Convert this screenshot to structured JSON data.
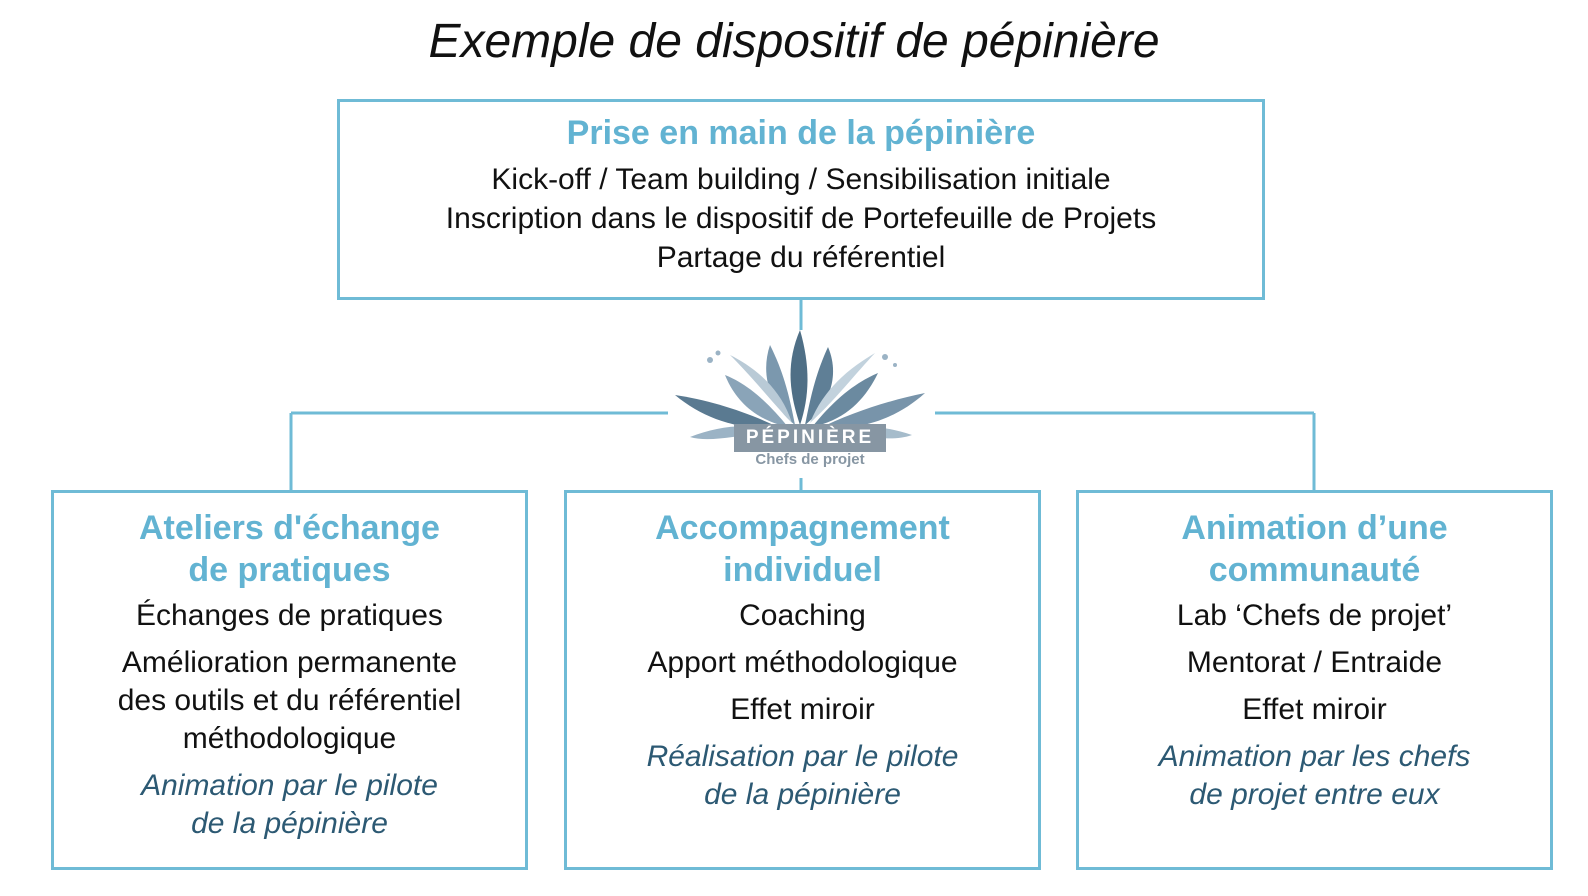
{
  "title": "Exemple de dispositif de pépinière",
  "top_box": {
    "heading": "Prise en main de la pépinière",
    "lines": [
      "Kick-off / Team building / Sensibilisation initiale",
      "Inscription dans le dispositif de Portefeuille de Projets",
      "Partage du référentiel"
    ]
  },
  "logo": {
    "wordmark": "PÉPINIÈRE",
    "subtitle": "Chefs de projet"
  },
  "boxes": [
    {
      "heading_1": "Ateliers d'échange",
      "heading_2": "de pratiques",
      "item_1": "Échanges de pratiques",
      "item_2_a": "Amélioration permanente",
      "item_2_b": "des outils et du référentiel",
      "item_2_c": "méthodologique",
      "note_1": "Animation par le pilote",
      "note_2": "de la pépinière"
    },
    {
      "heading_1": "Accompagnement",
      "heading_2": "individuel",
      "item_1": "Coaching",
      "item_2": "Apport méthodologique",
      "item_3": "Effet miroir",
      "note_1": "Réalisation par le pilote",
      "note_2": "de la pépinière"
    },
    {
      "heading_1": "Animation d’une",
      "heading_2": "communauté",
      "item_1": "Lab ‘Chefs de projet’",
      "item_2": "Mentorat / Entraide",
      "item_3": "Effet miroir",
      "note_1": "Animation par les chefs",
      "note_2": "de projet entre eux"
    }
  ],
  "colors": {
    "border": "#6fbbd6",
    "heading": "#62b3d2",
    "note": "#2c5973",
    "logo": "#8796a3"
  }
}
